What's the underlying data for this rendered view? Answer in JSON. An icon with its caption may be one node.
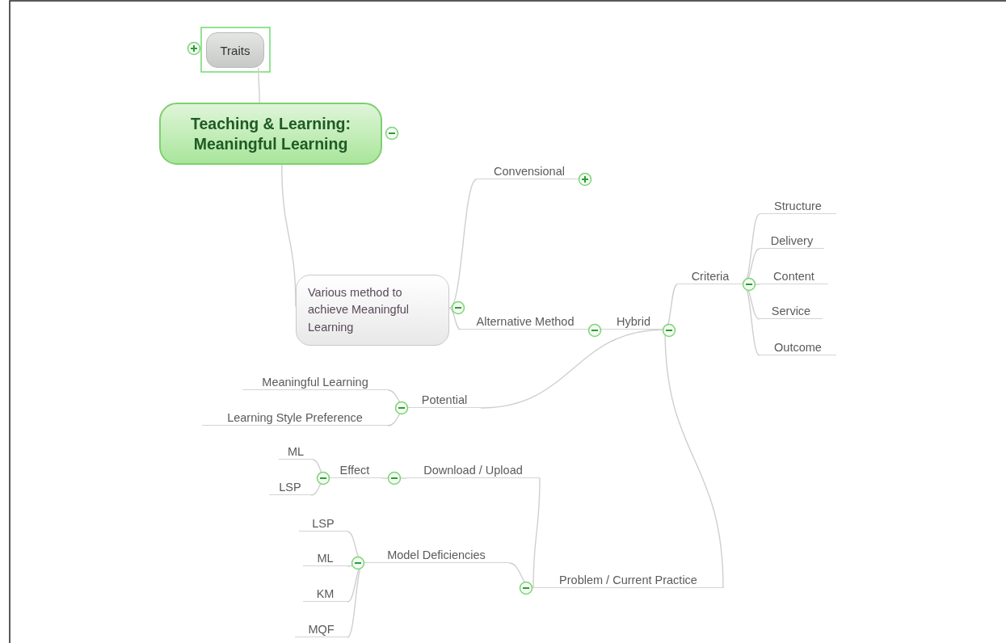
{
  "diagram": {
    "nodes": [
      {
        "text": [
          "Traits"
        ]
      },
      {
        "text": [
          "Teaching & Learning: Meaningful Learning"
        ]
      },
      {
        "text": [
          "Various method to achieve Meaningful Learning"
        ]
      },
      {
        "text": [
          "Convensional"
        ]
      },
      {
        "text": [
          "Alternative Method"
        ]
      },
      {
        "text": [
          "Hybrid"
        ]
      },
      {
        "text": [
          "Criteria"
        ]
      },
      {
        "text": [
          "Structure"
        ]
      },
      {
        "text": [
          "Delivery"
        ]
      },
      {
        "text": [
          "Content"
        ]
      },
      {
        "text": [
          "Service"
        ]
      },
      {
        "text": [
          "Outcome"
        ]
      },
      {
        "text": [
          "Potential"
        ]
      },
      {
        "text": [
          "Meaningful Learning"
        ]
      },
      {
        "text": [
          "Learning Style Preference"
        ]
      },
      {
        "text": [
          "Problem / Current Practice"
        ]
      },
      {
        "text": [
          "Download / Upload"
        ]
      },
      {
        "text": [
          "Effect"
        ]
      },
      {
        "text": [
          "ML"
        ]
      },
      {
        "text": [
          "LSP"
        ]
      },
      {
        "text": [
          "Model Deficiencies"
        ]
      },
      {
        "text": [
          "LSP"
        ]
      },
      {
        "text": [
          "ML"
        ]
      },
      {
        "text": [
          "KM"
        ]
      },
      {
        "text": [
          "MQF"
        ]
      }
    ],
    "edges": [
      {
        "from": 1,
        "to": 0,
        "arrow": "none"
      },
      {
        "from": 1,
        "to": 2,
        "arrow": "none"
      },
      {
        "from": 2,
        "to": 3,
        "arrow": "none"
      },
      {
        "from": 2,
        "to": 4,
        "arrow": "none"
      },
      {
        "from": 4,
        "to": 5,
        "arrow": "none"
      },
      {
        "from": 5,
        "to": 6,
        "arrow": "none"
      },
      {
        "from": 6,
        "to": 7,
        "arrow": "none"
      },
      {
        "from": 6,
        "to": 8,
        "arrow": "none"
      },
      {
        "from": 6,
        "to": 9,
        "arrow": "none"
      },
      {
        "from": 6,
        "to": 10,
        "arrow": "none"
      },
      {
        "from": 6,
        "to": 11,
        "arrow": "none"
      },
      {
        "from": 5,
        "to": 12,
        "arrow": "none"
      },
      {
        "from": 12,
        "to": 13,
        "arrow": "none"
      },
      {
        "from": 12,
        "to": 14,
        "arrow": "none"
      },
      {
        "from": 5,
        "to": 15,
        "arrow": "none"
      },
      {
        "from": 15,
        "to": 16,
        "arrow": "none"
      },
      {
        "from": 16,
        "to": 17,
        "arrow": "none"
      },
      {
        "from": 17,
        "to": 18,
        "arrow": "none"
      },
      {
        "from": 17,
        "to": 19,
        "arrow": "none"
      },
      {
        "from": 15,
        "to": 20,
        "arrow": "none"
      },
      {
        "from": 20,
        "to": 21,
        "arrow": "none"
      },
      {
        "from": 20,
        "to": 22,
        "arrow": "none"
      },
      {
        "from": 20,
        "to": 23,
        "arrow": "none"
      },
      {
        "from": 20,
        "to": 24,
        "arrow": "none"
      }
    ]
  }
}
